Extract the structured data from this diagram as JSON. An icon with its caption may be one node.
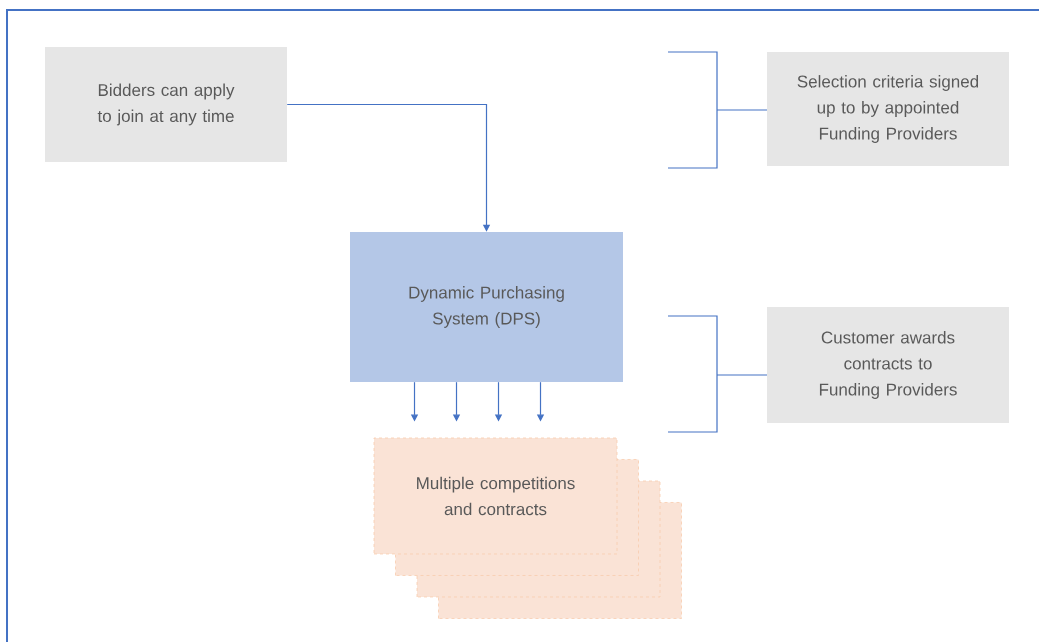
{
  "diagram": {
    "nodes": [
      {
        "text": [
          "Bidders can apply to join at any time"
        ]
      },
      {
        "text": [
          "Selection criteria signed up to by appointed Funding Providers"
        ]
      },
      {
        "text": [
          "Dynamic Purchasing System (DPS)"
        ]
      },
      {
        "text": [
          "Customer awards contracts to Funding Providers"
        ]
      },
      {
        "text": [
          "Multiple competitions and contracts"
        ]
      }
    ],
    "edges": [
      {
        "from": 0,
        "to": 2,
        "arrow": "to"
      },
      {
        "from": 2,
        "to": 4,
        "arrow": "to"
      },
      {
        "from": 2,
        "to": 4,
        "arrow": "to"
      },
      {
        "from": 2,
        "to": 4,
        "arrow": "to"
      },
      {
        "from": 2,
        "to": 4,
        "arrow": "to"
      }
    ]
  }
}
